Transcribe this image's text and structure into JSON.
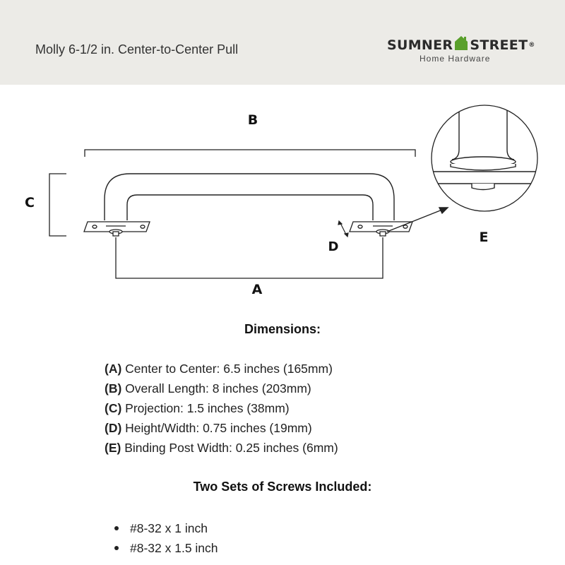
{
  "header": {
    "product_title": "Molly 6-1/2 in. Center-to-Center Pull",
    "brand_name_left": "SUMNER",
    "brand_name_right": "STREET",
    "brand_mark": "®",
    "brand_sub": "Home Hardware",
    "brand_color": "#5aa02c"
  },
  "diagram": {
    "labels": {
      "a": "A",
      "b": "B",
      "c": "C",
      "d": "D",
      "e": "E"
    }
  },
  "dimensions": {
    "title": "Dimensions:",
    "items": [
      {
        "key": "(A)",
        "text": " Center to Center: 6.5 inches (165mm)"
      },
      {
        "key": "(B)",
        "text": " Overall Length: 8 inches (203mm)"
      },
      {
        "key": "(C)",
        "text": " Projection: 1.5 inches (38mm)"
      },
      {
        "key": "(D)",
        "text": " Height/Width: 0.75 inches (19mm)"
      },
      {
        "key": "(E)",
        "text": " Binding Post Width: 0.25 inches (6mm)"
      }
    ]
  },
  "screws": {
    "title": "Two Sets of Screws Included:",
    "items": [
      "#8-32 x 1 inch",
      "#8-32 x 1.5 inch"
    ]
  }
}
